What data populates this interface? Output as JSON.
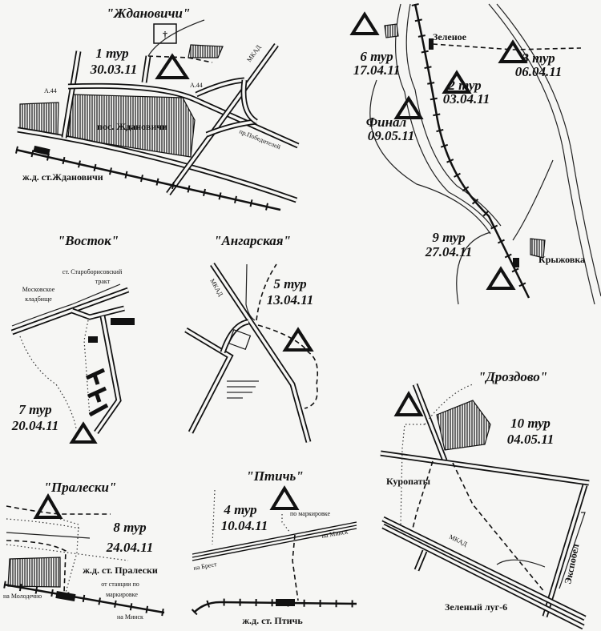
{
  "zhdanovichi": {
    "title": "\"Ждановичи\"",
    "tour": "1 тур",
    "date": "30.03.11",
    "settlement": "пос. Ждановичи",
    "station": "ж.д. ст.Ждановичи",
    "road_a44_left": "А.44",
    "road_a44_right": "А.44",
    "mkad": "МКАД",
    "avenue": "пр.Победителей"
  },
  "north": {
    "village": "Зеленое",
    "tour6": "6 тур",
    "date6": "17.04.11",
    "tour3": "3 тур",
    "date3": "06.04.11",
    "tour2": "2 тур",
    "date2": "03.04.11",
    "final": "Финал",
    "date_final": "09.05.11",
    "tour9": "9 тур",
    "date9": "27.04.11",
    "krizhovka": "Крыжовка"
  },
  "vostok": {
    "title": "\"Восток\"",
    "stop1": "ст. Староборисовский",
    "stop2": "тракт",
    "cemetery1": "Московское",
    "cemetery2": "кладбище",
    "tour": "7 тур",
    "date": "20.04.11"
  },
  "angarskaya": {
    "title": "\"Ангарская\"",
    "tour": "5 тур",
    "date": "13.04.11",
    "mkad": "МКАД"
  },
  "drozdovo": {
    "title": "\"Дроздово\"",
    "tour": "10 тур",
    "date": "04.05.11",
    "kuropaty": "Куропаты",
    "mkad": "МКАД",
    "expobel": "Экспобел",
    "zeleny": "Зеленый луг-6"
  },
  "pralesky": {
    "title": "\"Пралески\"",
    "tour": "8 тур",
    "date": "24.04.11",
    "station": "ж.д. ст. Пралески",
    "note1": "от станции по",
    "note2": "маркировке",
    "to_molodechno": "на Молодечно",
    "to_minsk": "на Минск"
  },
  "ptich": {
    "title": "\"Птичь\"",
    "tour": "4 тур",
    "date": "10.04.11",
    "marking": "по маркировке",
    "to_minsk": "на Минск",
    "to_brest": "на Брест",
    "station": "ж.д. ст. Птичь"
  }
}
